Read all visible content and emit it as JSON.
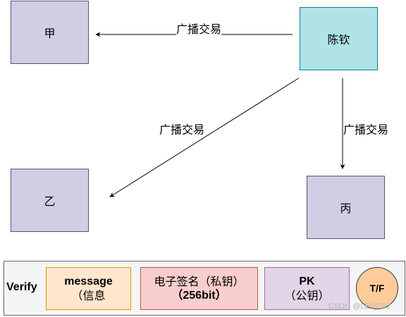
{
  "nodes": {
    "jia": "甲",
    "yi": "乙",
    "bing": "丙",
    "chenqin": "陈钦"
  },
  "edges": {
    "to_jia": "广播交易",
    "to_yi": "广播交易",
    "to_bing": "广播交易"
  },
  "verify": {
    "label": "Verify",
    "message": {
      "line1": "message",
      "line2": "（信息"
    },
    "signature": {
      "line1": "电子签名（私钥）",
      "line2": "（256bit）"
    },
    "pk": {
      "line1": "PK",
      "line2": "（公钥）"
    },
    "result": "T/F"
  },
  "watermark": "CSDN @LEVI752"
}
